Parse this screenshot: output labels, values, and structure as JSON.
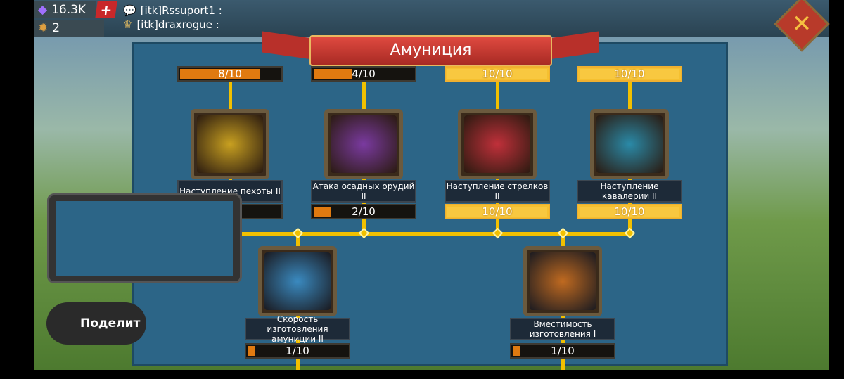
{
  "header": {
    "gems": "16.3K",
    "tokens": "2",
    "add_label": "+",
    "close_label": "✕"
  },
  "chat": [
    {
      "user": "[itk]Rssuport1 :"
    },
    {
      "user": "[itk]draxrogue :"
    }
  ],
  "title": "Амуниция",
  "colors": {
    "accent": "#f2c000",
    "panel": "#2c6587",
    "progress": "#e07a10"
  },
  "top_nodes": [
    {
      "top_progress": "8/10",
      "label": "Наступление пехоты II",
      "progress": "",
      "pct": 0.2,
      "top_pct": 0.8,
      "color": "#c8a020"
    },
    {
      "top_progress": "4/10",
      "label": "Атака осадных орудий II",
      "progress": "2/10",
      "pct": 0.2,
      "top_pct": 0.4,
      "color": "#7a3aa0"
    },
    {
      "top_progress": "10/10",
      "label": "Наступление стрелков II",
      "progress": "10/10",
      "pct": 1,
      "top_pct": 1,
      "color": "#c0303a"
    },
    {
      "top_progress": "10/10",
      "label": "Наступление кавалерии II",
      "progress": "10/10",
      "pct": 1,
      "top_pct": 1,
      "color": "#2a8aa8"
    }
  ],
  "bottom_nodes": [
    {
      "label": "Скорость изготовления амуниции II",
      "progress": "1/10",
      "pct": 0.1,
      "color": "#3a8ac0"
    },
    {
      "label": "Вместимость изготовления I",
      "progress": "1/10",
      "pct": 0.1,
      "color": "#c06a20"
    }
  ],
  "share_label": "Поделит"
}
